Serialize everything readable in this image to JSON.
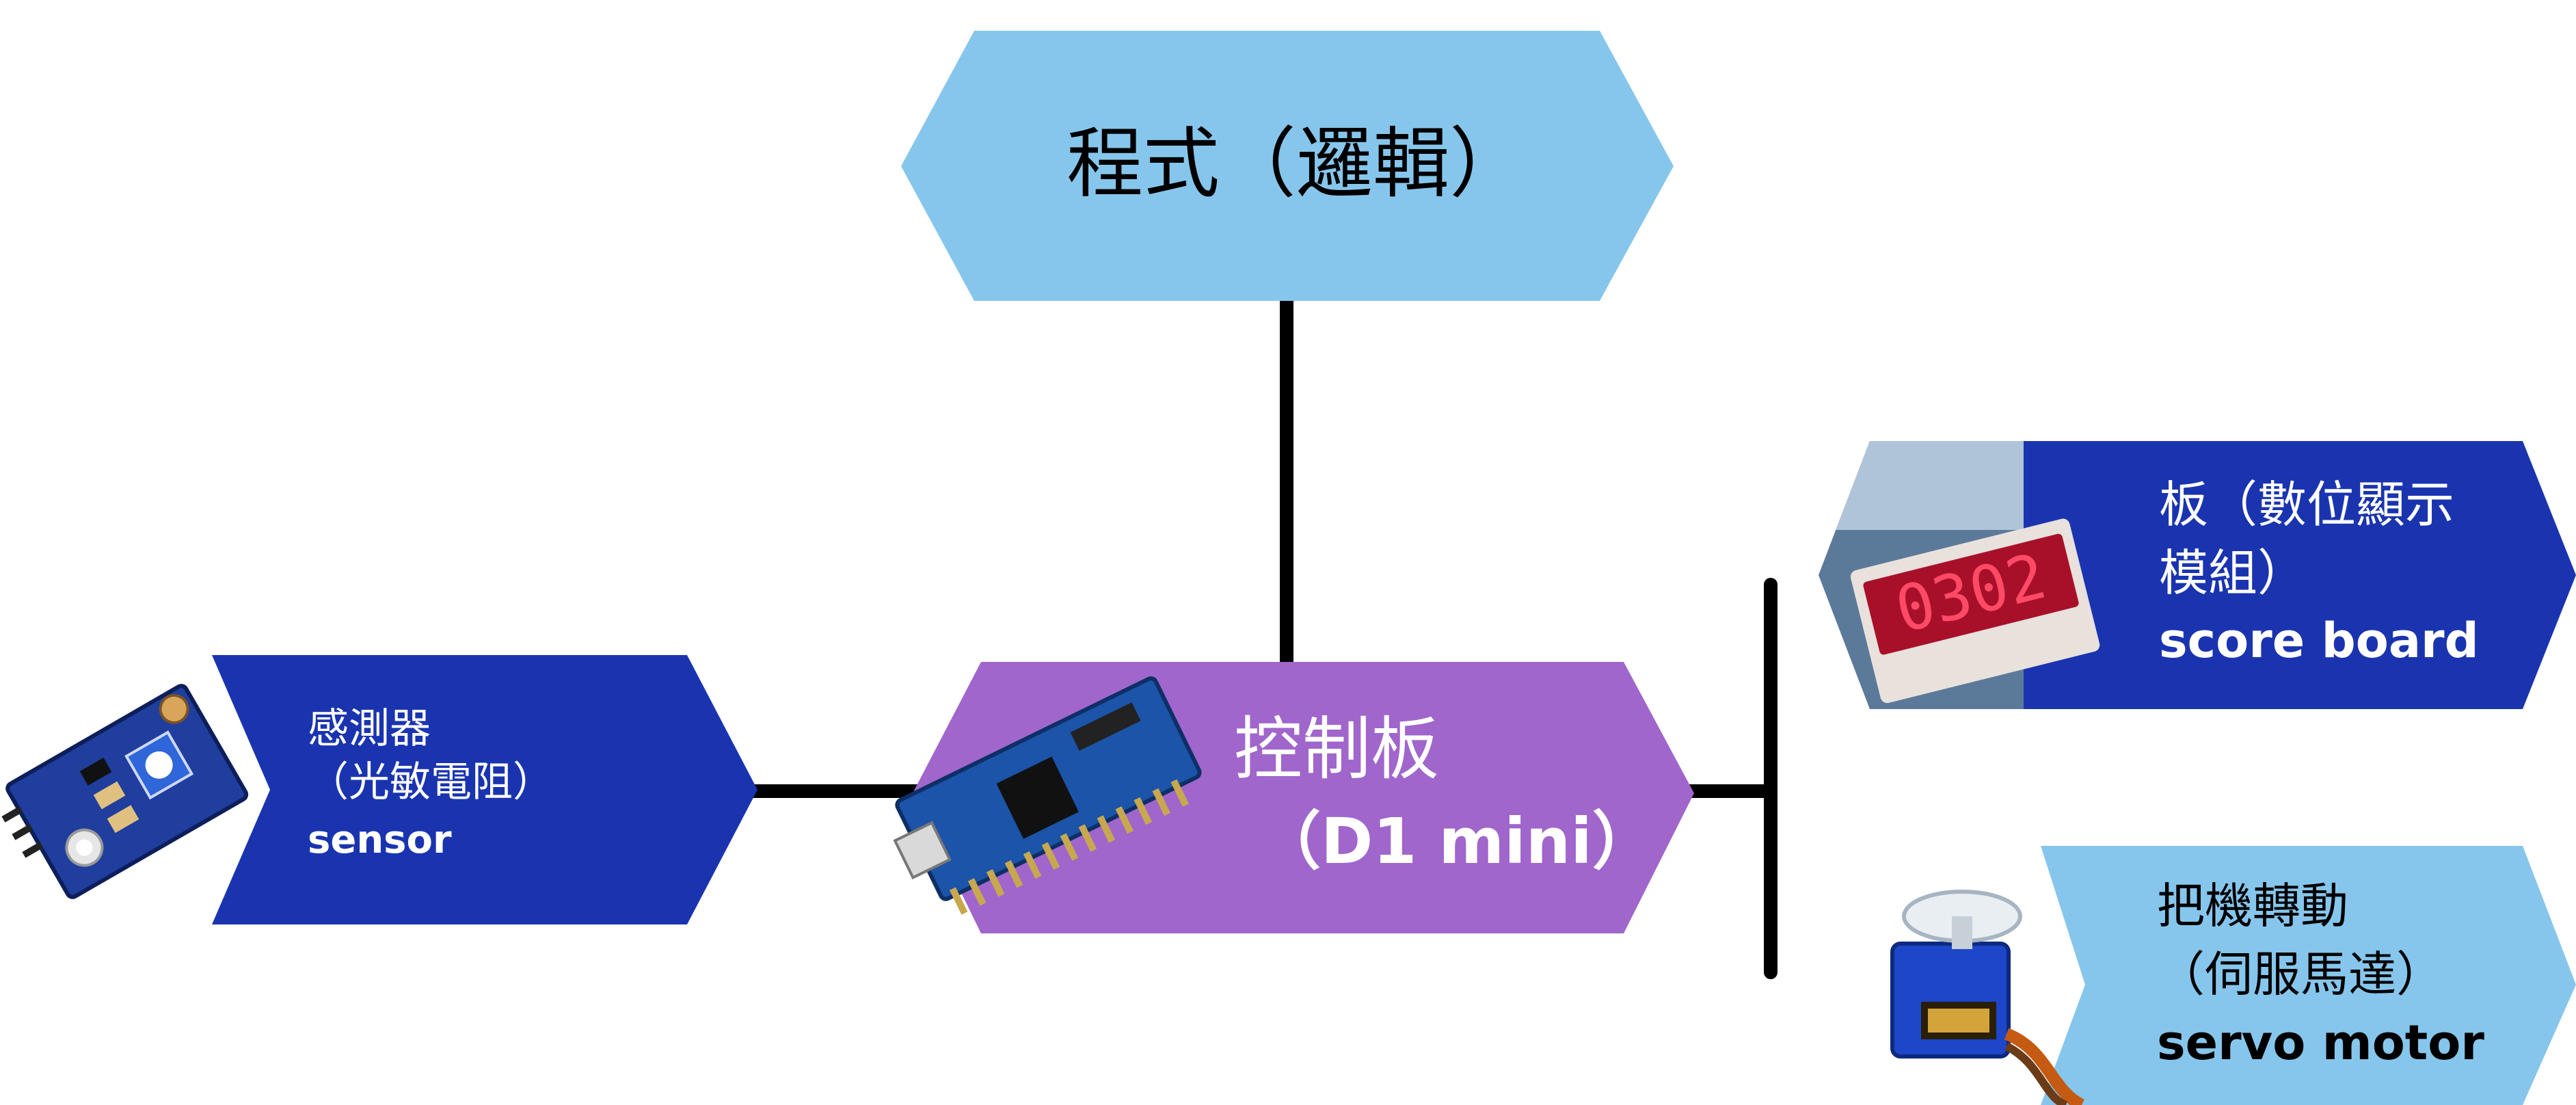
{
  "program_node": {
    "label": "程式（邏輯）",
    "color": "#87C6EC"
  },
  "controller_node": {
    "label_cn": "控制板",
    "label_en": "（D1 mini）",
    "color": "#A066CC"
  },
  "sensor_node": {
    "label_cn": "感測器",
    "label_sub": "（光敏電阻）",
    "label_en": "sensor",
    "color": "#1A34B0"
  },
  "display_node": {
    "label_cn_line1": "板（數位顯示",
    "label_cn_line2": "模組）",
    "label_en": "score board",
    "color": "#1A34B0",
    "digits": "0302"
  },
  "motor_node": {
    "label_cn": "把機轉動",
    "label_sub": "（伺服馬達）",
    "label_en": "servo motor",
    "color": "#87C6EC"
  },
  "connector_color": "#000000"
}
